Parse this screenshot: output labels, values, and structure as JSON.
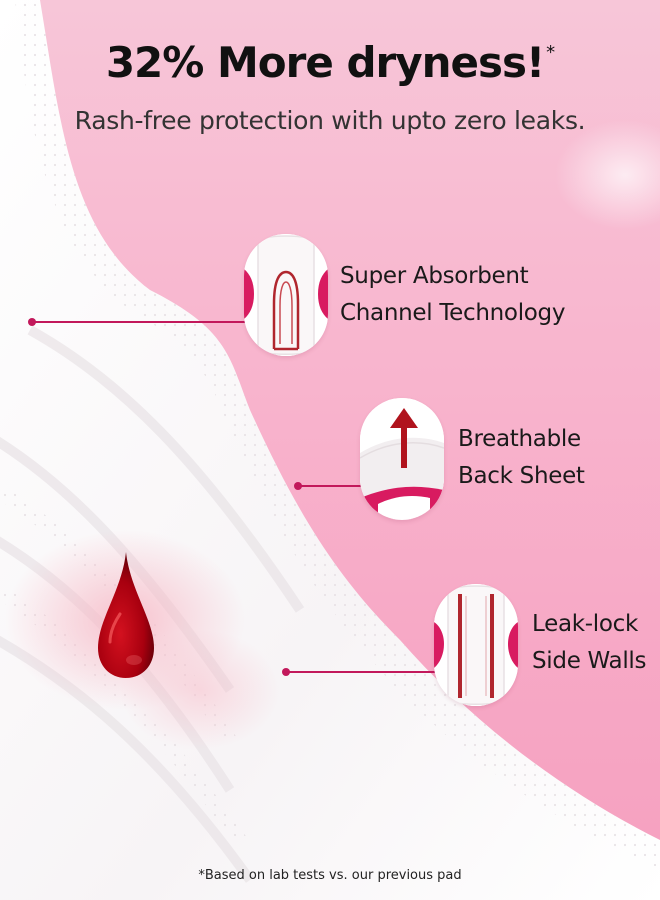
{
  "headline": {
    "main": "32% More dryness!",
    "mark": "*"
  },
  "subheadline": "Rash-free protection with upto zero leaks.",
  "features": [
    {
      "line1": "Super Absorbent",
      "line2": "Channel Technology",
      "icon": "channel-pad-icon"
    },
    {
      "line1": "Breathable",
      "line2": "Back Sheet",
      "icon": "airflow-arrow-icon"
    },
    {
      "line1": "Leak-lock",
      "line2": "Side Walls",
      "icon": "side-wall-pad-icon"
    }
  ],
  "footnote": "*Based on lab tests vs. our previous pad",
  "colors": {
    "accent": "#c2185b",
    "drop": "#b3001b",
    "background": "#f7b3cc"
  }
}
